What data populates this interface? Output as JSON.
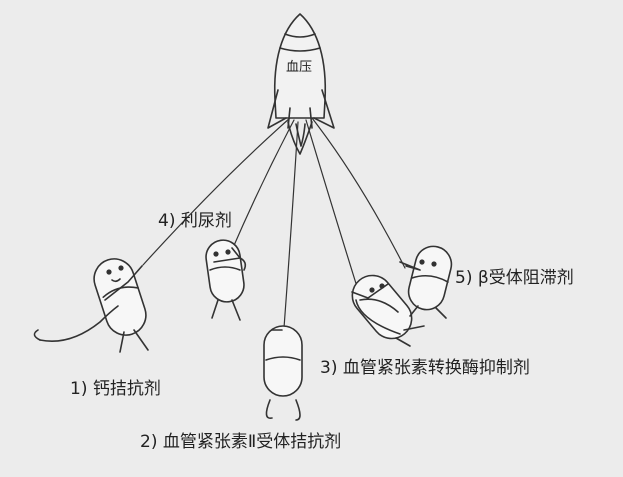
{
  "rocket": {
    "label": "血压"
  },
  "labels": {
    "calcium": "1) 钙拮抗剂",
    "arb": "2) 血管紧张素Ⅱ受体拮抗剂",
    "acei": "3) 血管紧张素转换酶抑制剂",
    "diuretic": "4) 利尿剂",
    "beta": "5) β受体阻滞剂"
  }
}
